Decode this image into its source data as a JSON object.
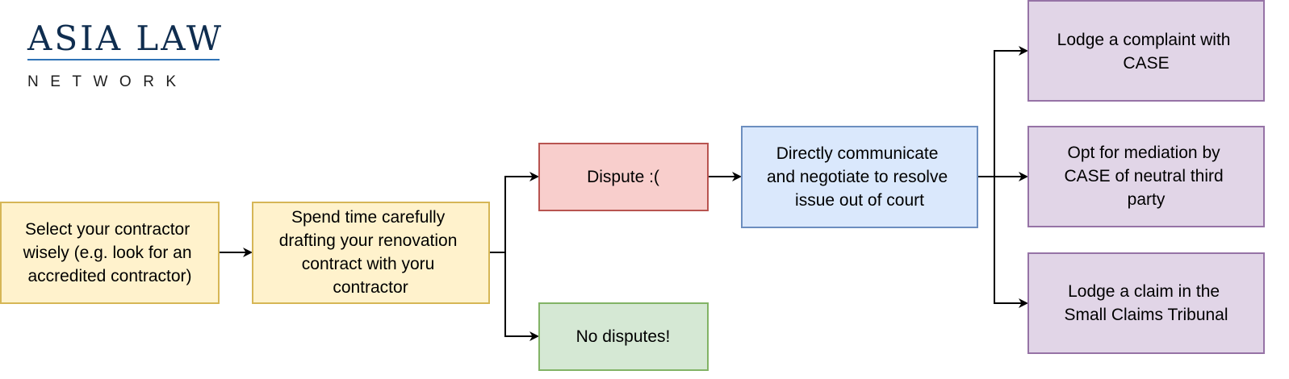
{
  "logo": {
    "line1": "ASIA LAW",
    "line2": "NETWORK"
  },
  "colors": {
    "logo_navy": "#0f2d4f",
    "logo_rule": "#2f72b6",
    "yellow_fill": "#fff2cc",
    "yellow_stroke": "#d6b656",
    "red_fill": "#f8cecc",
    "red_stroke": "#b85450",
    "green_fill": "#d5e8d4",
    "green_stroke": "#82b366",
    "blue_fill": "#dae8fc",
    "blue_stroke": "#6c8ebf",
    "purple_fill": "#e1d5e7",
    "purple_stroke": "#9673a6"
  },
  "nodes": {
    "select": {
      "lines": [
        "Select your contractor",
        "wisely (e.g. look for an",
        "accredited contractor)"
      ]
    },
    "draft": {
      "lines": [
        "Spend time carefully",
        "drafting your renovation",
        "contract with yoru",
        "contractor"
      ]
    },
    "dispute": {
      "lines": [
        "Dispute :("
      ]
    },
    "no_dispute": {
      "lines": [
        "No disputes!"
      ]
    },
    "negotiate": {
      "lines": [
        "Directly communicate",
        "and negotiate to resolve",
        "issue out of court"
      ]
    },
    "complaint": {
      "lines": [
        "Lodge a complaint with",
        "CASE"
      ]
    },
    "mediation": {
      "lines": [
        "Opt for mediation by",
        "CASE of neutral third",
        "party"
      ]
    },
    "claim": {
      "lines": [
        "Lodge a claim in the",
        "Small Claims Tribunal"
      ]
    }
  },
  "edges": [
    {
      "from": "select",
      "to": "draft"
    },
    {
      "from": "draft",
      "to": "dispute"
    },
    {
      "from": "draft",
      "to": "no_dispute"
    },
    {
      "from": "dispute",
      "to": "negotiate"
    },
    {
      "from": "negotiate",
      "to": "complaint"
    },
    {
      "from": "negotiate",
      "to": "mediation"
    },
    {
      "from": "negotiate",
      "to": "claim"
    }
  ]
}
